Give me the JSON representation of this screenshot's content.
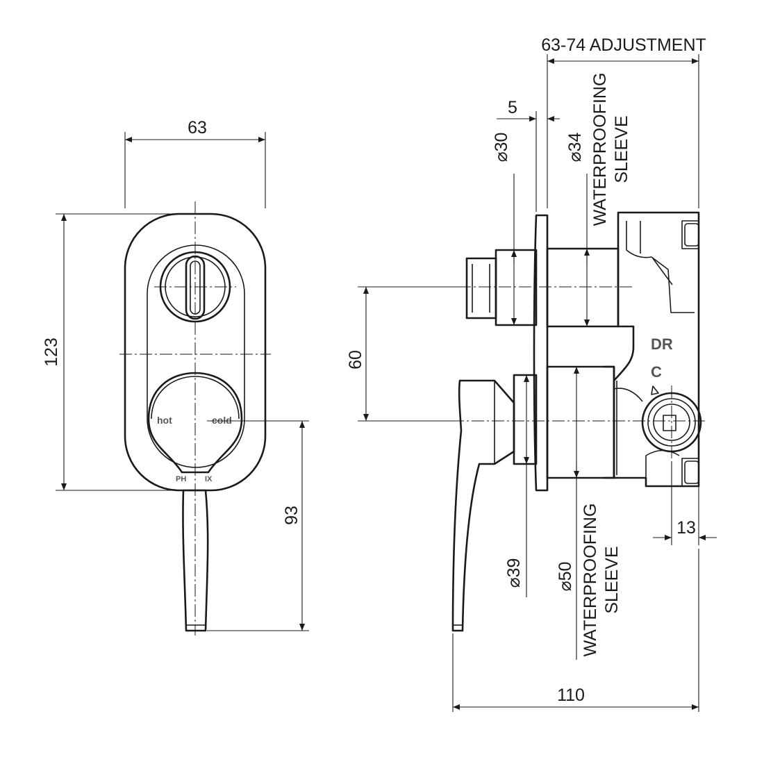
{
  "drawing": {
    "front_view": {
      "width_label": "63",
      "height_label": "123",
      "lever_length_label": "93",
      "hot_label": "hot",
      "cold_label": "cold",
      "brand_left": "PH",
      "brand_right": "IX"
    },
    "side_view": {
      "adjustment_label": "63-74 ADJUSTMENT",
      "plate_offset_label": "5",
      "d30_label": "⌀30",
      "d34_label": "⌀34",
      "top_sleeve_line1": "WATERPROOFING",
      "top_sleeve_line2": "SLEEVE",
      "centres_label": "60",
      "d39_label": "⌀39",
      "d50_label": "⌀50",
      "bottom_sleeve_line1": "WATERPROOFING",
      "bottom_sleeve_line2": "SLEEVE",
      "outlet_label": "13",
      "overall_depth_label": "110",
      "body_mark_dr": "DR",
      "body_mark_c": "C"
    }
  }
}
